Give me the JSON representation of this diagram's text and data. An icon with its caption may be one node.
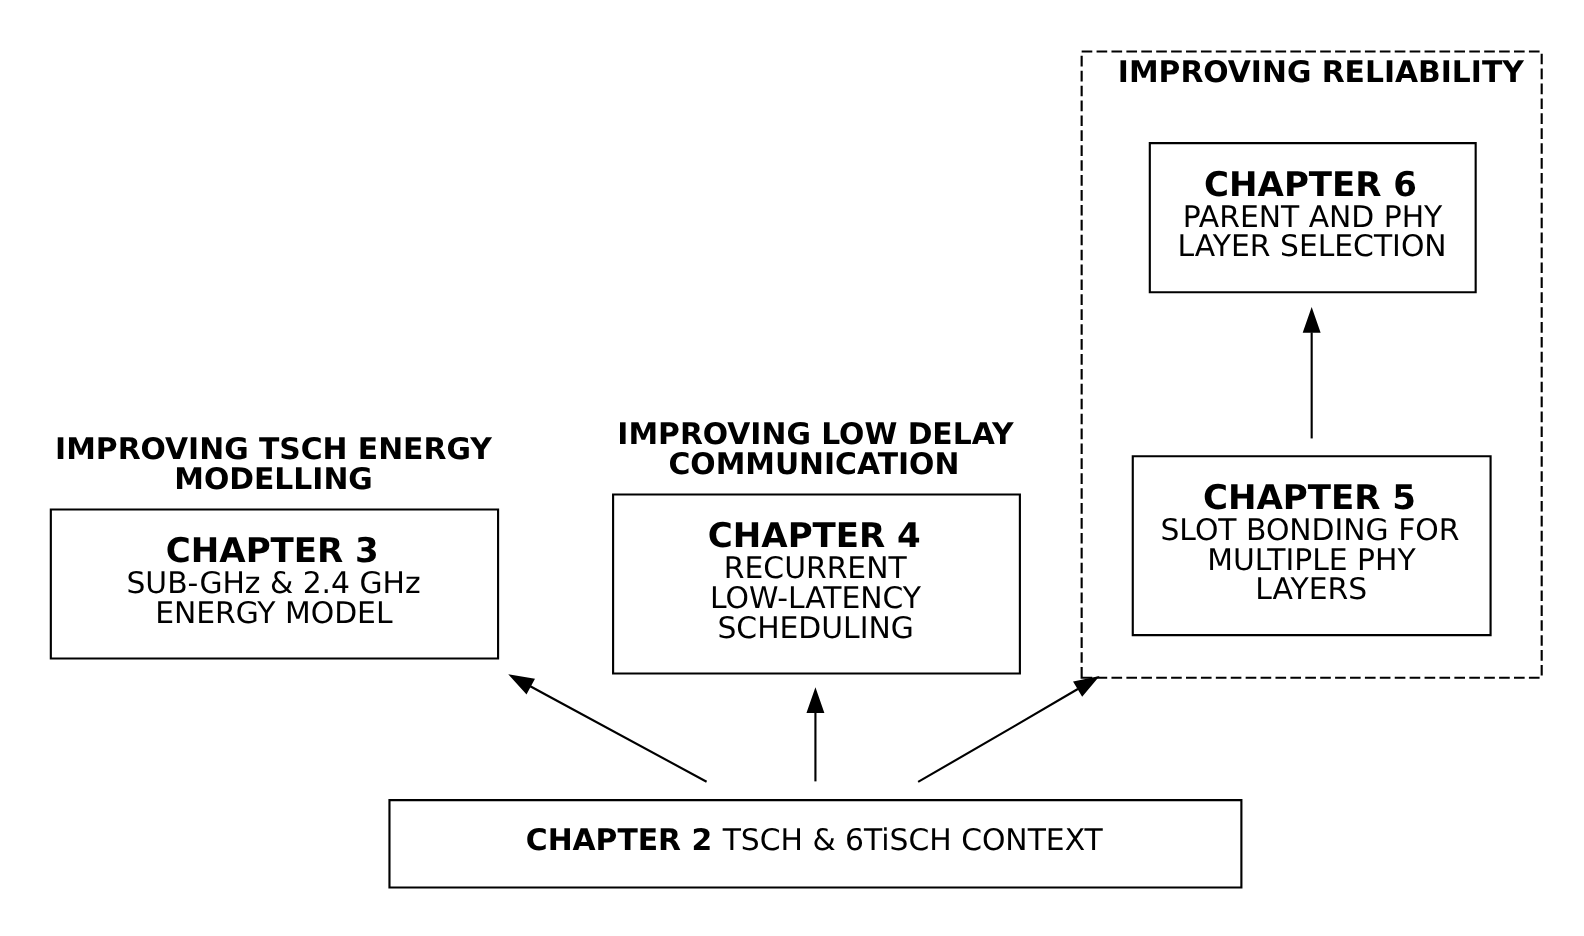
{
  "diagram": {
    "nodes": [
      {
        "text": [
          "IMPROVING TSCH ENERGY MODELLING",
          "CHAPTER 3",
          "SUB-GHz & 2.4 GHz ENERGY MODEL"
        ]
      },
      {
        "text": [
          "IMPROVING LOW DELAY COMMUNICATION",
          "CHAPTER 4",
          "RECURRENT LOW-LATENCY SCHEDULING"
        ]
      },
      {
        "text": [
          "IMPROVING RELIABILITY"
        ]
      },
      {
        "text": [
          "CHAPTER 6",
          "PARENT AND PHY LAYER SELECTION"
        ],
        "in": 2
      },
      {
        "text": [
          "CHAPTER 5",
          "SLOT BONDING FOR MULTIPLE PHY LAYERS"
        ],
        "in": 2
      },
      {
        "text": [
          "**CHAPTER 2** TSCH & 6TiSCH CONTEXT"
        ]
      }
    ],
    "edges": [
      {
        "from": 5,
        "to": 0,
        "arrow": "to"
      },
      {
        "from": 5,
        "to": 1,
        "arrow": "to"
      },
      {
        "from": 5,
        "to": 2,
        "arrow": "to"
      },
      {
        "from": 4,
        "to": 3,
        "arrow": "to"
      }
    ]
  }
}
